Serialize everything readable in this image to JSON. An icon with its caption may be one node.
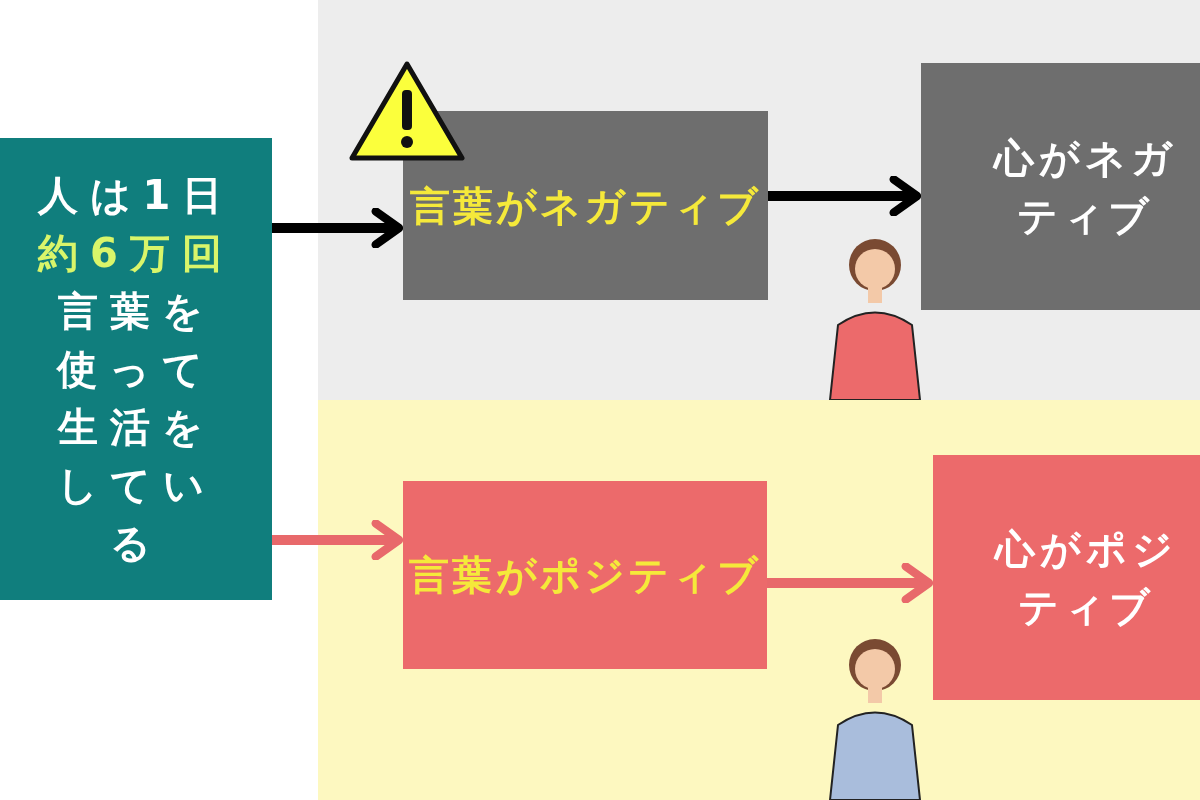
{
  "diagram": {
    "nodes": [
      {
        "text": [
          "人は1日",
          "約6万回",
          "言葉を使って生活をしている"
        ]
      },
      {
        "text": [
          "言葉がネガティブ"
        ]
      },
      {
        "text": [
          "心がネガティブ"
        ]
      },
      {
        "text": [
          "言葉がポジティブ"
        ]
      },
      {
        "text": [
          "心がポジティブ"
        ]
      }
    ],
    "edges": [
      {
        "from": 0,
        "to": 1,
        "arrow": "to"
      },
      {
        "from": 1,
        "to": 2,
        "arrow": "to"
      },
      {
        "from": 0,
        "to": 3,
        "arrow": "to",
        "color": "#e8696b"
      },
      {
        "from": 3,
        "to": 4,
        "arrow": "to",
        "color": "#e8696b"
      }
    ]
  }
}
